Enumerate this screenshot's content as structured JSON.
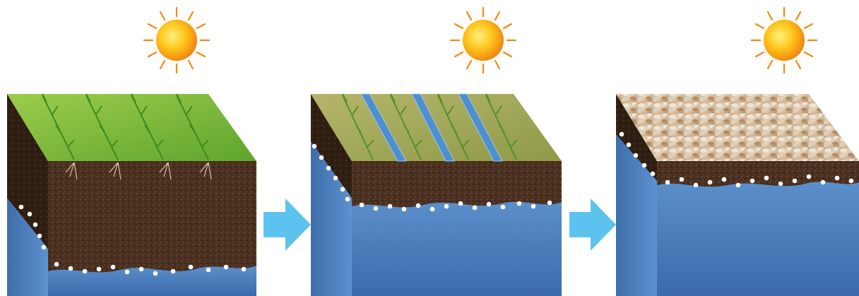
{
  "diagram": {
    "stages": [
      {
        "id": "stage-1",
        "surface": "green-crop-field",
        "water_table": "deep",
        "salt_crystals_on_surface": false
      },
      {
        "id": "stage-2",
        "surface": "irrigated-crop-field",
        "water_table": "rising",
        "salt_crystals_on_surface": false
      },
      {
        "id": "stage-3",
        "surface": "salt-crust",
        "water_table": "near-surface",
        "salt_crystals_on_surface": true
      }
    ],
    "arrows": 2,
    "sun_icons": 3
  },
  "colors": {
    "grass": "#7dbb3a",
    "soil": "#4a3020",
    "water": "#3f77b8",
    "salt_dot": "#ffffff",
    "arrow": "#5cc3ee",
    "sun": "#f6a623",
    "salt_crust": "#c9ad84"
  }
}
